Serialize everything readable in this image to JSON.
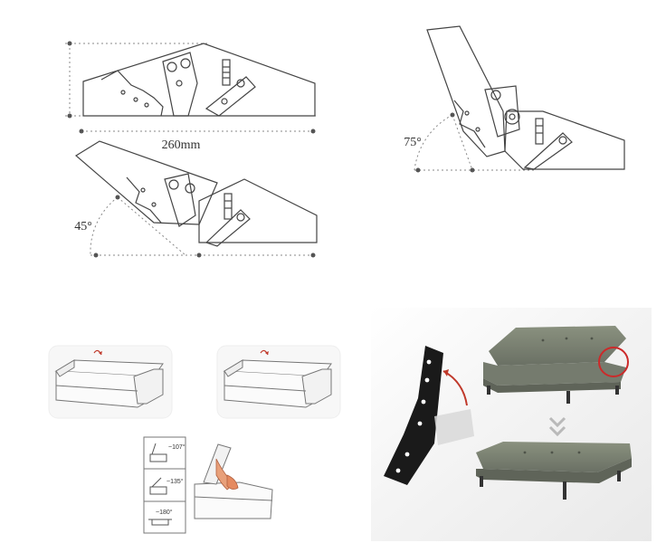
{
  "drawing_top": {
    "width_label": "260mm"
  },
  "drawing_mid": {
    "angle_label": "45°"
  },
  "drawing_right": {
    "angle_label": "75°"
  },
  "angle_icons": [
    {
      "label": "~107°"
    },
    {
      "label": "~135°"
    },
    {
      "label": "~180°"
    }
  ],
  "colors": {
    "line": "#444444",
    "dotted": "#888888",
    "hinge": "#1a1a1a",
    "sofa_fabric": "#7d8475",
    "highlight_circle": "#cc2a2a",
    "arrow_red": "#c0392b"
  }
}
